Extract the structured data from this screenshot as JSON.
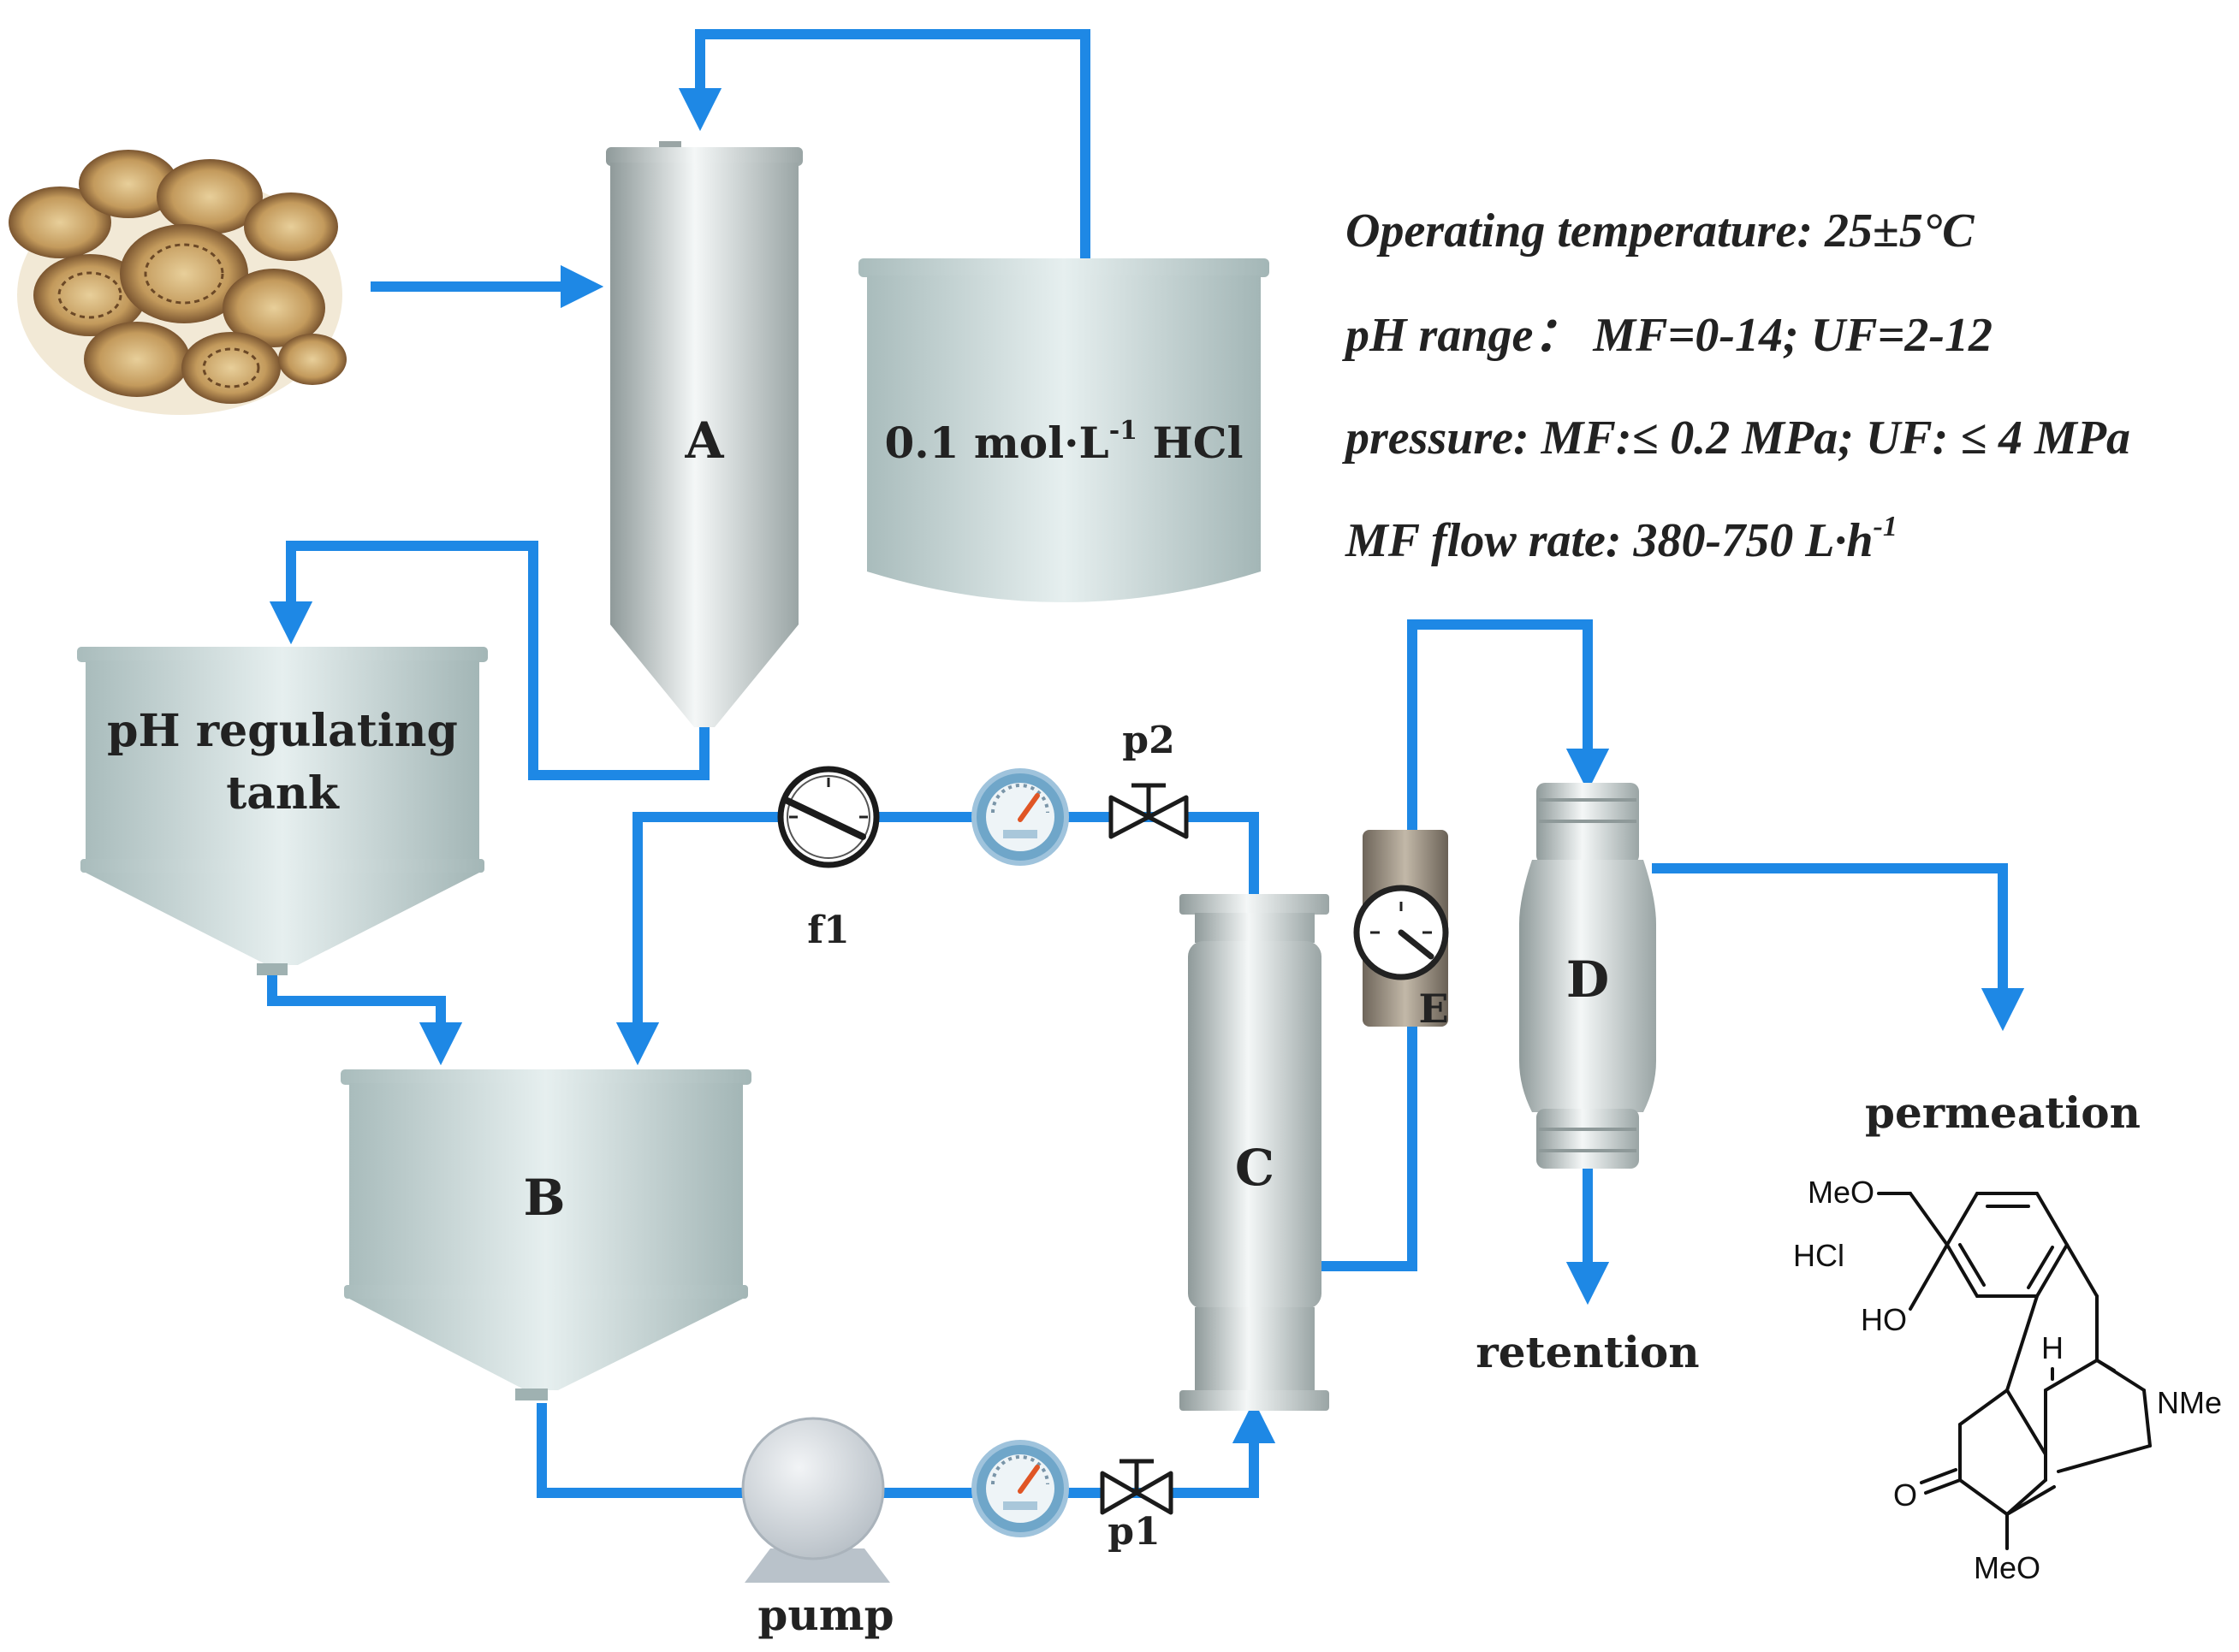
{
  "labels": {
    "column_a": "A",
    "tank_hcl": "0.1 mol·L",
    "tank_hcl_sup": "-1",
    "tank_hcl_suffix": " HCl",
    "ph_tank_line1": "pH regulating",
    "ph_tank_line2": "tank",
    "tank_b": "B",
    "module_c": "C",
    "module_d": "D",
    "meter_e": "E",
    "f1": "f1",
    "p2": "p2",
    "p1": "p1",
    "pump": "pump",
    "permeation": "permeation",
    "retention": "retention"
  },
  "conditions": {
    "temperature": "Operating temperature: 25±5°C",
    "ph_range": "pH range：  MF=0-14; UF=2-12",
    "pressure": "pressure: MF:≤ 0.2 MPa; UF: ≤ 4 MPa",
    "flow_rate": "MF flow rate: 380-750 L·h",
    "flow_rate_sup": "-1"
  },
  "structure": {
    "meo_top": "MeO",
    "hcl": "HCl",
    "ho": "HO",
    "h": "H",
    "nme": "NMe",
    "o": "O",
    "meo_bottom": "MeO"
  },
  "colors": {
    "pipe": "#1e88e5",
    "vessel": "#c8d8d8",
    "text": "#222222"
  },
  "icons": [
    "herb-slices-image",
    "flow-meter-icon",
    "pressure-gauge-icon",
    "valve-icon",
    "pump-icon"
  ]
}
